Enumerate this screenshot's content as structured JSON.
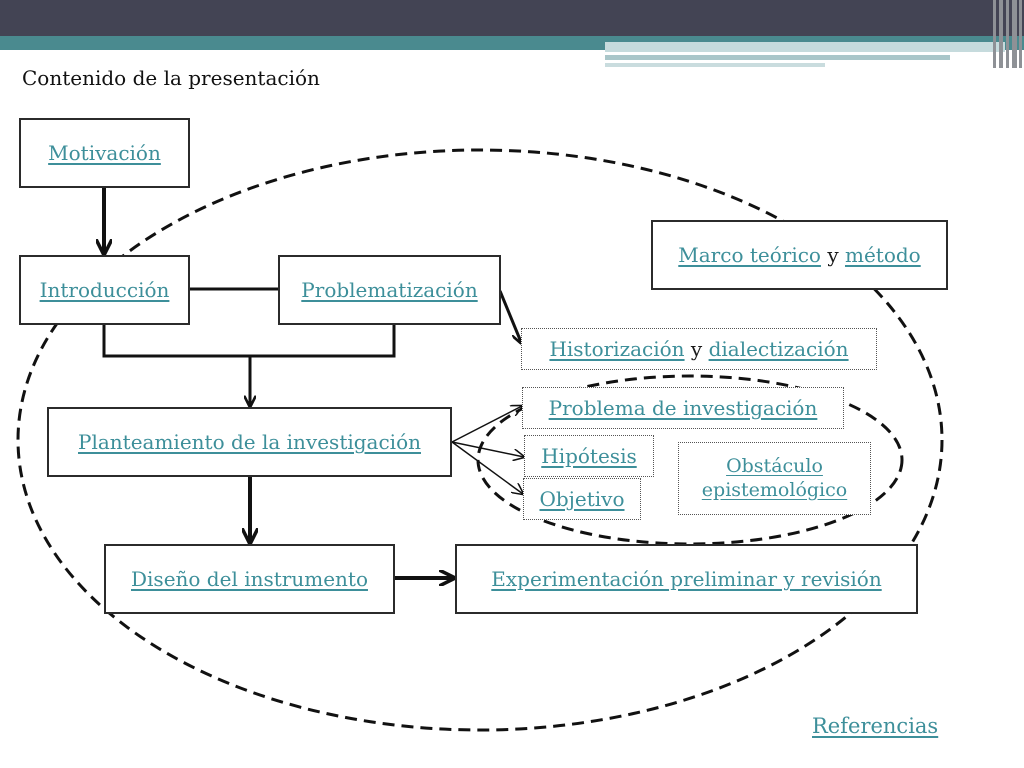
{
  "slide": {
    "title": "Contenido de la presentación"
  },
  "nodes": {
    "motivacion": "Motivación",
    "introduccion": "Introducción",
    "problematizacion": "Problematización",
    "marco": {
      "part1": "Marco teórico",
      "joiner": " y ",
      "part2": "método"
    },
    "historizacion": {
      "part1": "Historización",
      "joiner": " y ",
      "part2": "dialectización"
    },
    "problema": "Problema de investigación",
    "planteamiento": "Planteamiento de la investigación",
    "hipotesis": "Hipótesis",
    "objetivo": "Objetivo",
    "obstaculo": {
      "line1": "Obstáculo",
      "line2": "epistemológico"
    },
    "diseno": "Diseño del instrumento",
    "experimentacion": "Experimentación preliminar y revisión"
  },
  "footer": {
    "referencias": "Referencias"
  },
  "colors": {
    "link": "#3d8f9a",
    "header_dark": "#434454",
    "header_teal": "#4a8a8f"
  }
}
